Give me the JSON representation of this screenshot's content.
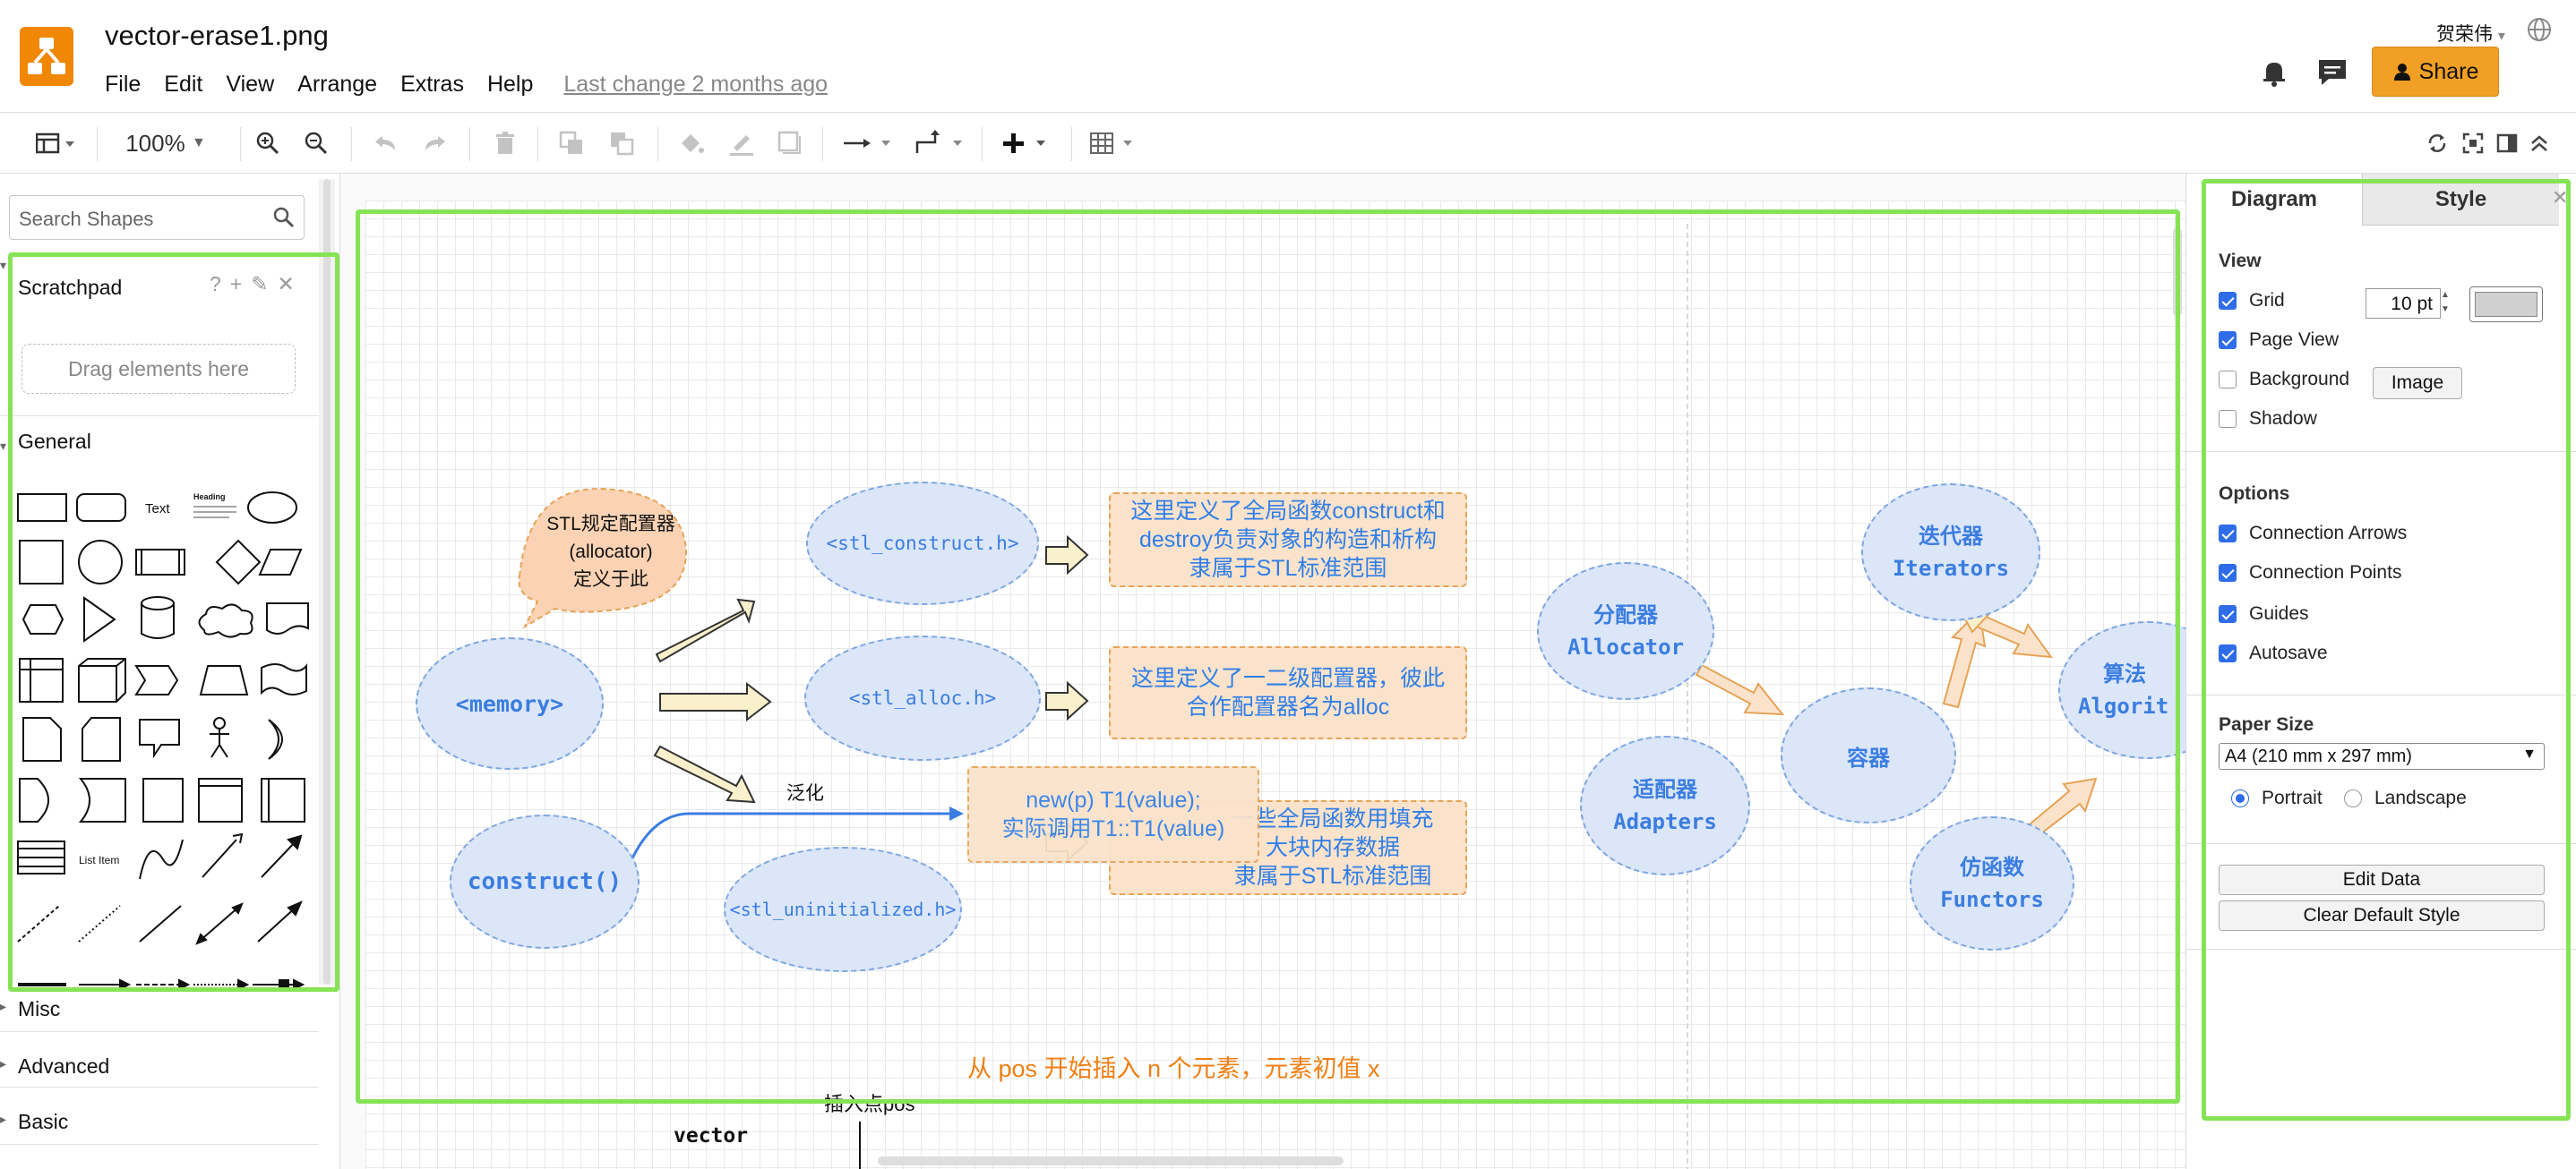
{
  "header": {
    "title": "vector-erase1.png",
    "menu": [
      "File",
      "Edit",
      "View",
      "Arrange",
      "Extras",
      "Help"
    ],
    "last_change": "Last change 2 months ago",
    "user": "贺荣伟",
    "share_label": "Share"
  },
  "toolbar": {
    "zoom": "100%"
  },
  "sidebar": {
    "search_placeholder": "Search Shapes",
    "scratchpad_title": "Scratchpad",
    "drag_hint": "Drag elements here",
    "general_title": "General",
    "shape_text": "Text",
    "shape_heading": "Heading",
    "shape_list_item": "List Item",
    "sections": [
      "Misc",
      "Advanced",
      "Basic"
    ]
  },
  "diagram": {
    "callout": [
      "STL规定配置器",
      "(allocator)",
      "定义于此"
    ],
    "memory": "<memory>",
    "construct_fn": "construct()",
    "stl_construct": "<stl_construct.h>",
    "stl_alloc": "<stl_alloc.h>",
    "stl_uninit": "<stl_uninitialized.h>",
    "note1": [
      "这里定义了全局函数construct和",
      "destroy负责对象的构造和析构",
      "隶属于STL标准范围"
    ],
    "note2": [
      "这里定义了一二级配置器，彼此",
      "合作配置器名为alloc"
    ],
    "note3": [
      "一些全局函数用填充",
      "大块内存数据",
      "隶属于STL标准范围"
    ],
    "tooltip": [
      "new(p) T1(value);",
      "实际调用T1::T1(value)"
    ],
    "generalize": "泛化",
    "allocator": [
      "分配器",
      "Allocator"
    ],
    "adapters": [
      "适配器",
      "Adapters"
    ],
    "iterators": [
      "迭代器",
      "Iterators"
    ],
    "container": "容器",
    "algorithms": [
      "算法",
      "Algorit"
    ],
    "functors": [
      "仿函数",
      "Functors"
    ],
    "insert_caption": "从 pos 开始插入 n 个元素，元素初值 x",
    "insert_point": "插入点pos",
    "vector_label": "vector"
  },
  "format_panel": {
    "tabs": [
      "Diagram",
      "Style"
    ],
    "view_title": "View",
    "grid_label": "Grid",
    "grid_size": "10 pt",
    "page_view_label": "Page View",
    "background_label": "Background",
    "image_button": "Image",
    "shadow_label": "Shadow",
    "options_title": "Options",
    "connection_arrows": "Connection Arrows",
    "connection_points": "Connection Points",
    "guides": "Guides",
    "autosave": "Autosave",
    "paper_title": "Paper Size",
    "paper_value": "A4 (210 mm x 297 mm)",
    "portrait": "Portrait",
    "landscape": "Landscape",
    "edit_data": "Edit Data",
    "clear_style": "Clear Default Style"
  },
  "colors": {
    "accent": "#f1a025",
    "highlight": "#86e356",
    "cloud_fill": "#dbe6f8",
    "note_fill": "#fbe3cb",
    "blue_text": "#3b7de0",
    "orange_text": "#f07f14"
  }
}
